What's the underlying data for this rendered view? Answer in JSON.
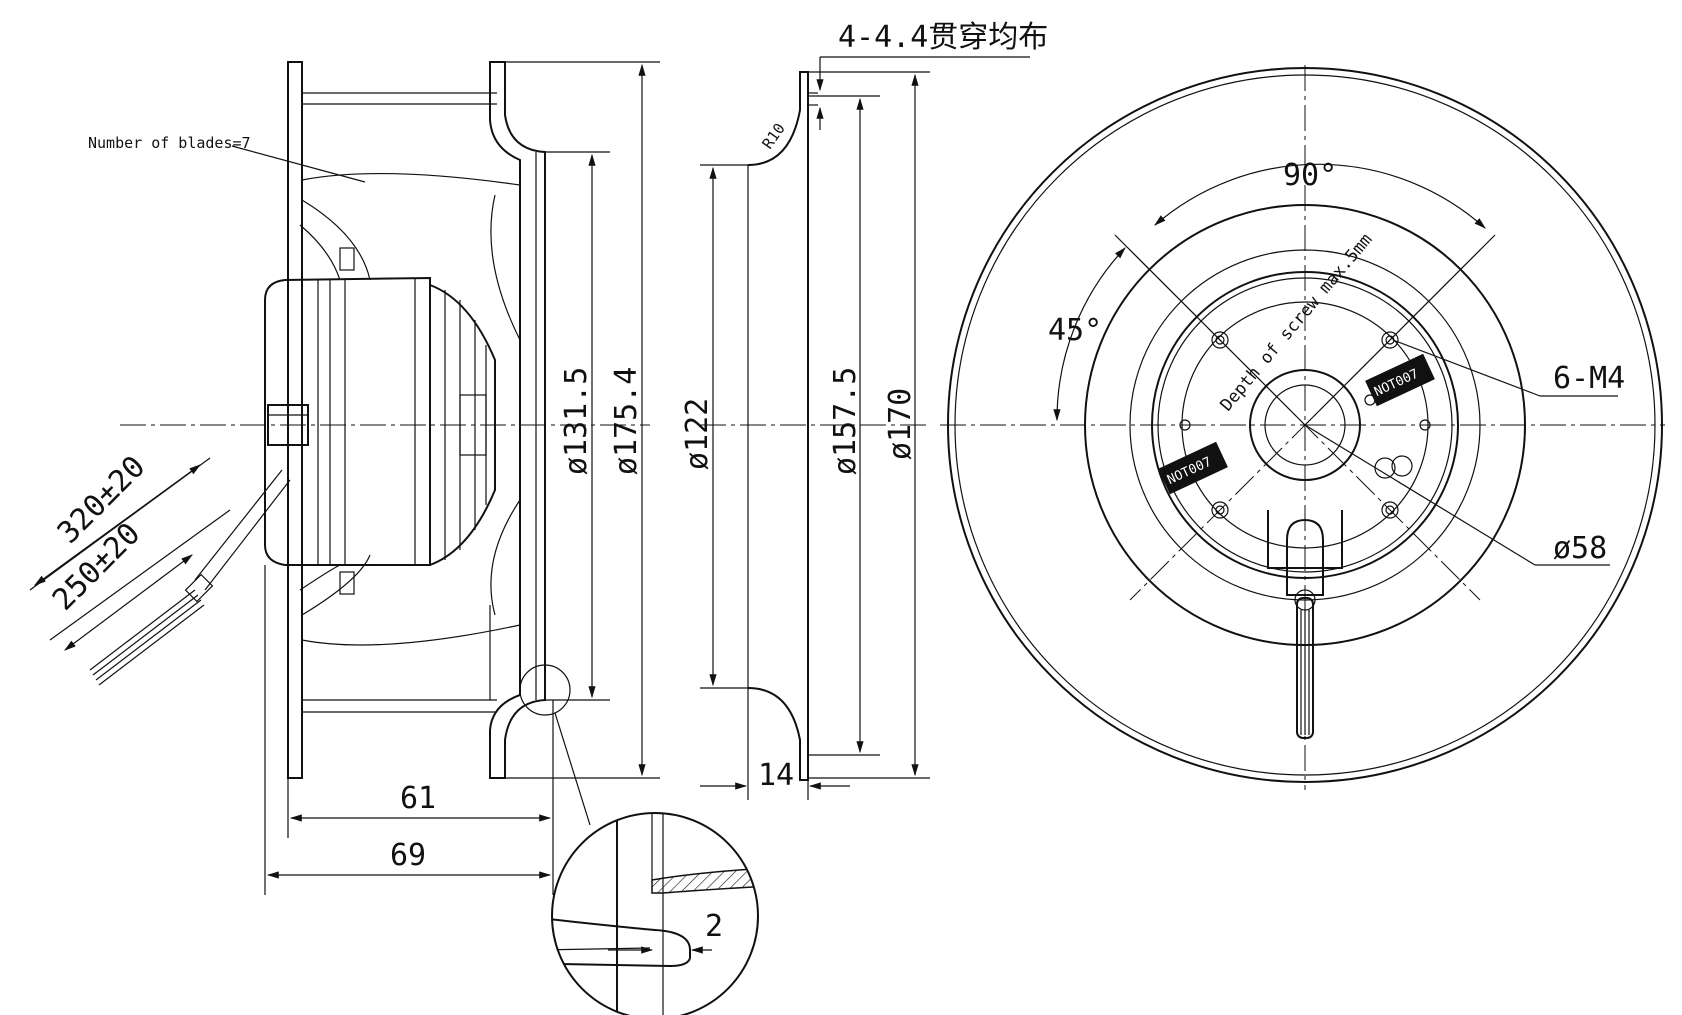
{
  "side_view": {
    "blades_note": "Number of blades=7",
    "dim_131": "ø131.5",
    "dim_175": "ø175.4",
    "dim_61": "61",
    "dim_69": "69",
    "cable_320": "320±20",
    "cable_250": "250±20"
  },
  "inlet_view": {
    "holes_note": "4-4.4贯穿均布",
    "r10": "R10",
    "dim_122": "ø122",
    "dim_157": "ø157.5",
    "dim_170": "ø170",
    "dim_14": "14"
  },
  "detail": {
    "dim_2": "2"
  },
  "front_view": {
    "angle_90": "90°",
    "angle_45": "45°",
    "screws": "6-M4",
    "hub_dia": "ø58",
    "screw_depth": "Depth of screw max.5mm",
    "label_left": "NOT007",
    "label_right": "NOT007"
  },
  "colors": {
    "ink": "#111111",
    "paper": "#ffffff"
  }
}
